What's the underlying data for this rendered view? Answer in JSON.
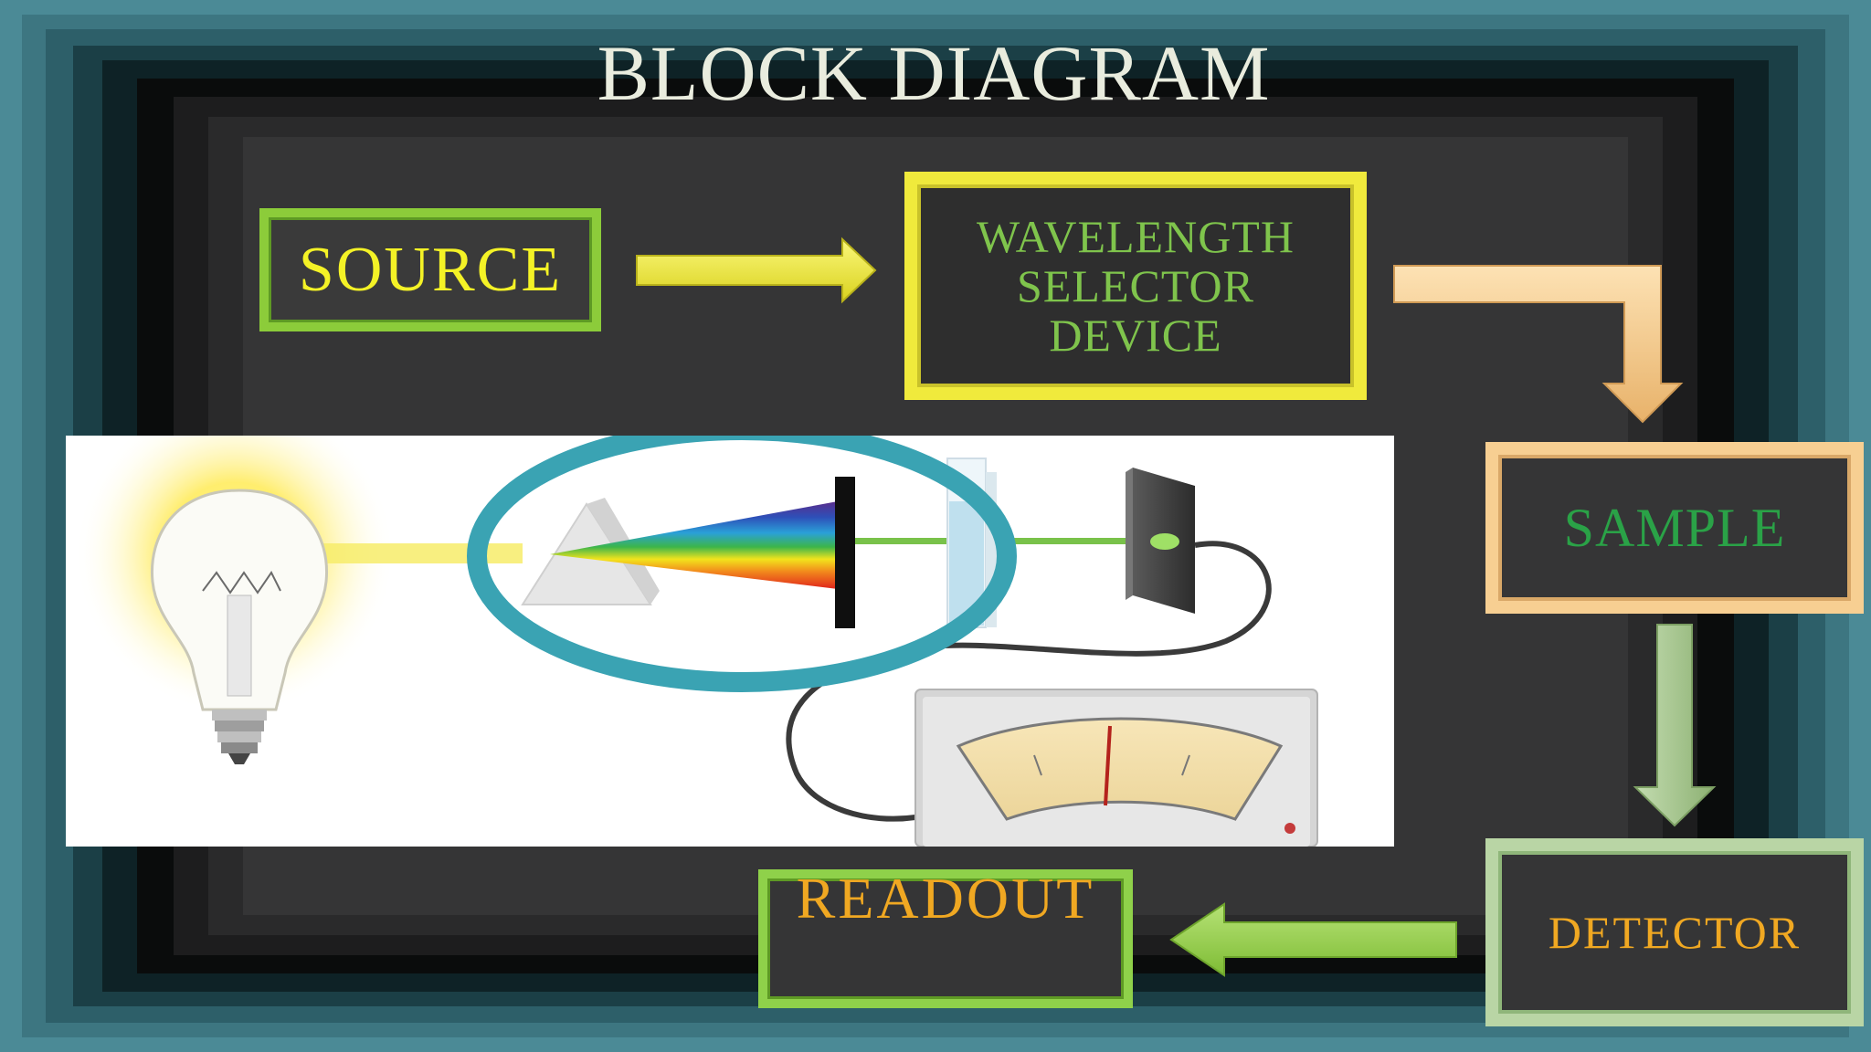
{
  "title": "BLOCK DIAGRAM",
  "blocks": {
    "source": "SOURCE",
    "wavelength_line1": "WAVELENGTH",
    "wavelength_line2": "SELECTOR",
    "wavelength_line3": "DEVICE",
    "sample": "SAMPLE",
    "detector": "DETECTOR",
    "readout": "READOUT"
  },
  "colors": {
    "source_border": "#8ccc3a",
    "source_text": "#f4f226",
    "wavelength_border": "#f0ea3c",
    "wavelength_text": "#7fc44c",
    "sample_border": "#f7cf92",
    "sample_text": "#2aa247",
    "detector_border": "#b9d5a5",
    "detector_text": "#f0a822",
    "readout_border": "#8fd14a",
    "readout_text": "#f0a822",
    "highlight_ellipse": "#3aa3b3"
  },
  "illustration": {
    "items": [
      "light-bulb-icon",
      "prism-icon",
      "slit-icon",
      "cuvette-icon",
      "detector-plate-icon",
      "meter-icon"
    ]
  }
}
